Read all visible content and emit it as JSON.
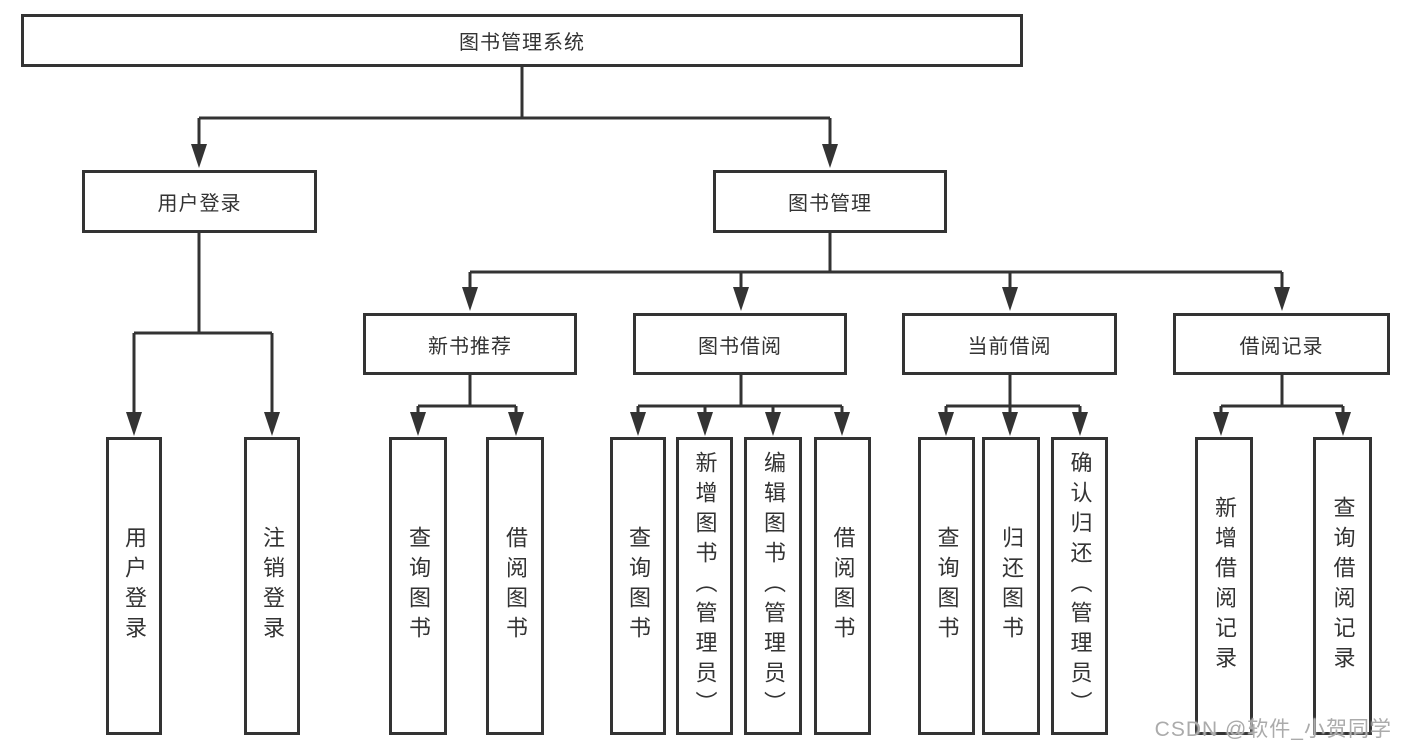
{
  "diagram": {
    "title_node": {
      "label": "图书管理系统"
    },
    "level2": [
      {
        "id": "user-login",
        "label": "用户登录"
      },
      {
        "id": "book-management",
        "label": "图书管理"
      }
    ],
    "level3": [
      {
        "id": "new-book-recommend",
        "label": "新书推荐"
      },
      {
        "id": "book-borrowing",
        "label": "图书借阅"
      },
      {
        "id": "current-borrowing",
        "label": "当前借阅"
      },
      {
        "id": "borrowing-records",
        "label": "借阅记录"
      }
    ],
    "leaves": {
      "user_login": [
        {
          "label": "用户登录"
        },
        {
          "label": "注销登录"
        }
      ],
      "new_book": [
        {
          "label": "查询图书"
        },
        {
          "label": "借阅图书"
        }
      ],
      "book_borrow": [
        {
          "label": "查询图书"
        },
        {
          "label": "新增图书（管理员）"
        },
        {
          "label": "编辑图书（管理员）"
        },
        {
          "label": "借阅图书"
        }
      ],
      "current_borrow": [
        {
          "label": "查询图书"
        },
        {
          "label": "归还图书"
        },
        {
          "label": "确认归还（管理员）"
        }
      ],
      "borrow_record": [
        {
          "label": "新增借阅记录"
        },
        {
          "label": "查询借阅记录"
        }
      ]
    }
  },
  "watermark": "CSDN @软件_小贺同学",
  "colors": {
    "line": "#333333",
    "text": "#333333",
    "watermark": "#ababab",
    "background": "#ffffff"
  }
}
